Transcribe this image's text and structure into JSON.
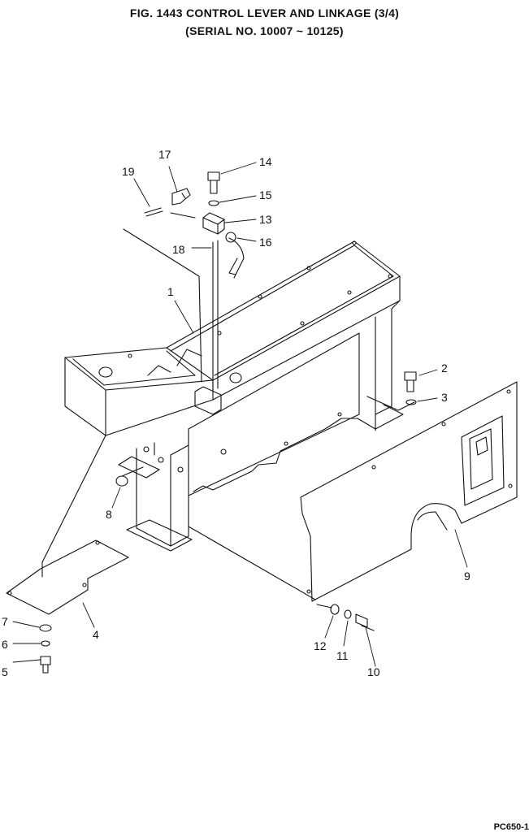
{
  "header": {
    "title": "FIG. 1443   CONTROL LEVER AND LINKAGE (3/4)",
    "subtitle": "(SERIAL NO. 10007 ~ 10125)"
  },
  "callouts": [
    "1",
    "2",
    "3",
    "4",
    "5",
    "6",
    "7",
    "8",
    "9",
    "10",
    "11",
    "12",
    "13",
    "14",
    "15",
    "16",
    "17",
    "18",
    "19"
  ],
  "footer": {
    "code": "PC650-1"
  }
}
